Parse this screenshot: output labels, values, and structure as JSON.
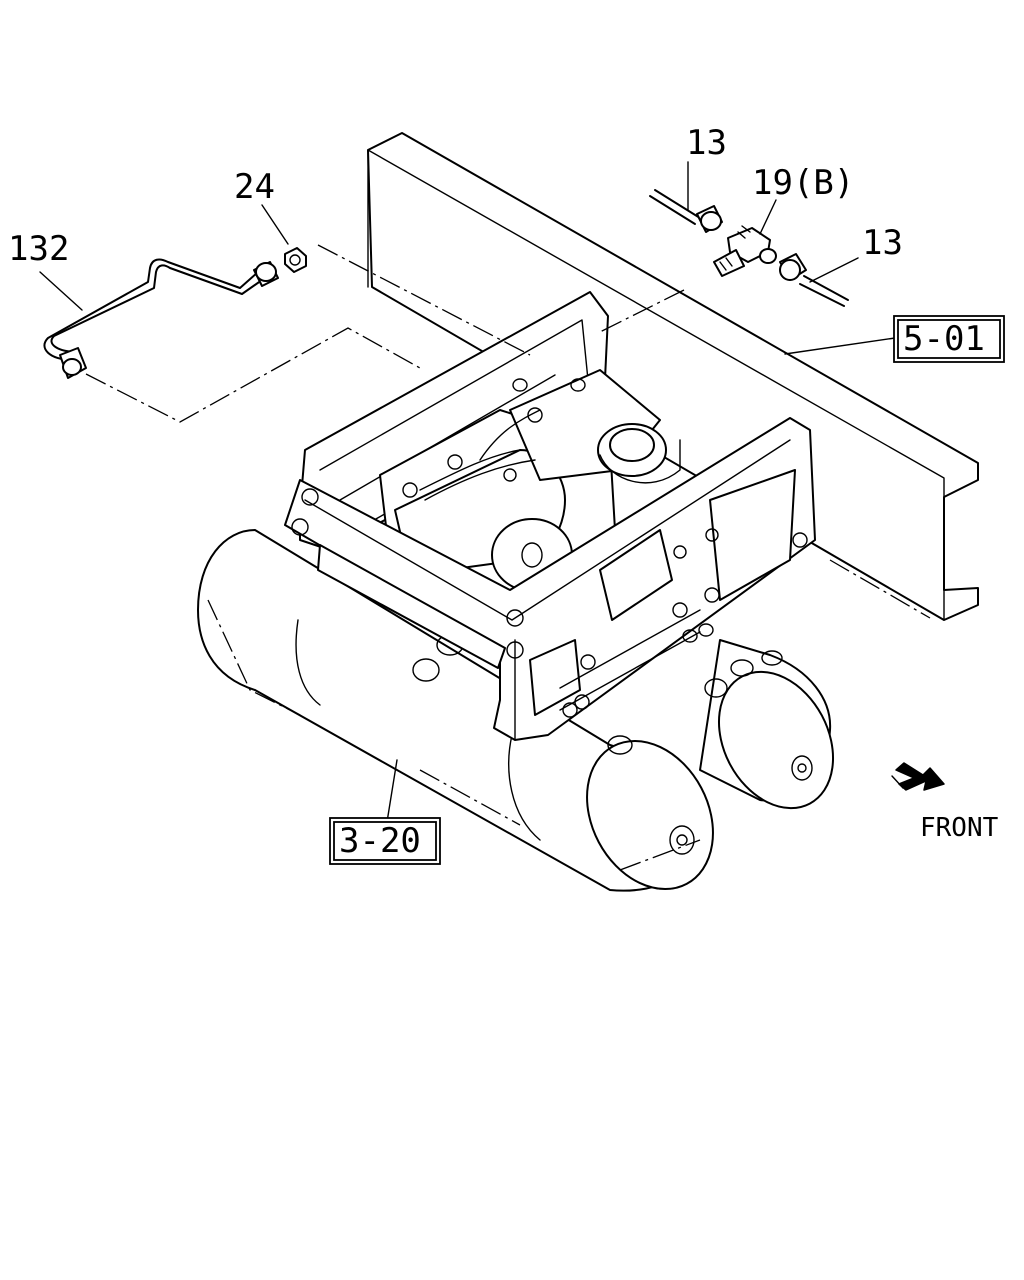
{
  "labels": {
    "part_132": "132",
    "part_24": "24",
    "part_13_top": "13",
    "part_19b": "19(B)",
    "part_13_right": "13",
    "ref_5_01": "5-01",
    "ref_3_20": "3-20",
    "direction": "FRONT"
  }
}
